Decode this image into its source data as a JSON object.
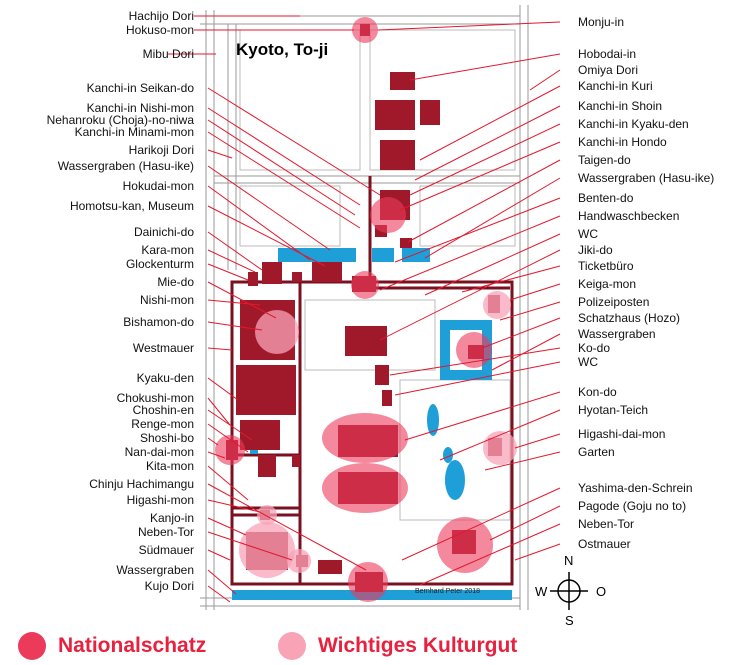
{
  "map": {
    "title": "Kyoto, To-ji",
    "credit": "Bernhard Peter 2018",
    "colors": {
      "national_treasure": "#ec3a5b",
      "important_property": "#f9a3b7",
      "building": "#a0192b",
      "water": "#1e9fd8",
      "line": "#e3182d",
      "wall": "#7a1020"
    },
    "compass": {
      "n": "N",
      "s": "S",
      "w": "W",
      "o": "O"
    }
  },
  "legend": {
    "items": [
      {
        "label": "Nationalschatz",
        "color": "#ec3a5b"
      },
      {
        "label": "Wichtiges Kulturgut",
        "color": "#f9a3b7"
      }
    ]
  },
  "labels_left": [
    "Hachijo Dori",
    "Hokuso-mon",
    "Mibu Dori",
    "Kanchi-in Seikan-do",
    "Kanchi-in Nishi-mon",
    "Nehanroku (Choja)-no-niwa",
    "Kanchi-in Minami-mon",
    "Harikoji Dori",
    "Wassergraben (Hasu-ike)",
    "Hokudai-mon",
    "Homotsu-kan, Museum",
    "Dainichi-do",
    "Kara-mon",
    "Glockenturm",
    "Mie-do",
    "Nishi-mon",
    "Bishamon-do",
    "Westmauer",
    "Kyaku-den",
    "Chokushi-mon",
    "Choshin-en",
    "Renge-mon",
    "Shoshi-bo",
    "Nan-dai-mon",
    "Kita-mon",
    "Chinju Hachimangu",
    "Higashi-mon",
    "Kanjo-in",
    "Neben-Tor",
    "Südmauer",
    "Wassergraben",
    "Kujo Dori"
  ],
  "labels_right": [
    "Monju-in",
    "Hobodai-in",
    "Omiya Dori",
    "Kanchi-in Kuri",
    "Kanchi-in Shoin",
    "Kanchi-in Kyaku-den",
    "Kanchi-in Hondo",
    "Taigen-do",
    "Wassergraben (Hasu-ike)",
    "Benten-do",
    "Handwaschbecken",
    "WC",
    "Jiki-do",
    "Ticketbüro",
    "Keiga-mon",
    "Polizeiposten",
    "Schatzhaus (Hozo)",
    "Wassergraben",
    "Ko-do",
    "WC",
    "Kon-do",
    "Hyotan-Teich",
    "Higashi-dai-mon",
    "Garten",
    "Yashima-den-Schrein",
    "Pagode (Goju no to)",
    "Neben-Tor",
    "Ostmauer"
  ]
}
